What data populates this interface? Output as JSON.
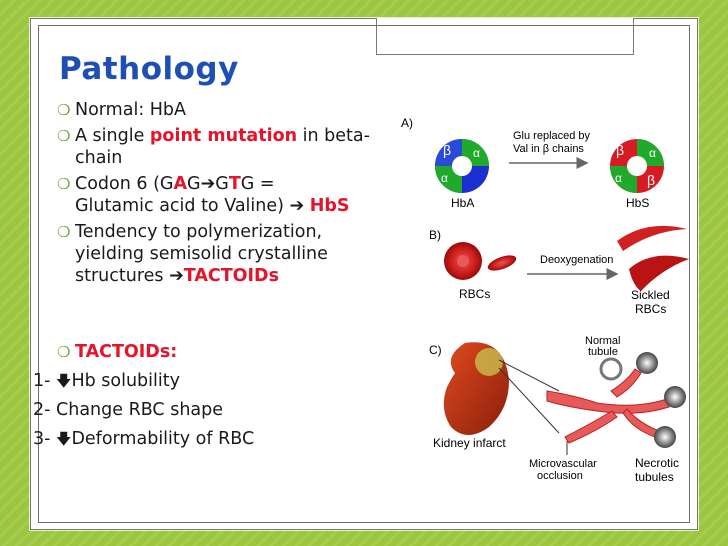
{
  "slide": {
    "title": "Pathology",
    "bullets": [
      {
        "parts": [
          {
            "t": "Normal: HbA"
          }
        ]
      },
      {
        "parts": [
          {
            "t": "A single "
          },
          {
            "t": "point mutation",
            "red": true
          },
          {
            "t": " in beta-"
          }
        ],
        "line2": "chain"
      },
      {
        "parts": [
          {
            "t": "Codon 6 (G"
          },
          {
            "t": "A",
            "red": true
          },
          {
            "t": "G"
          },
          {
            "t": "➔",
            "arrow": true
          },
          {
            "t": "G"
          },
          {
            "t": "T",
            "red": true
          },
          {
            "t": "G ="
          }
        ],
        "line2": "Glutamic acid to Valine) ➔ ",
        "line2_red": "HbS"
      },
      {
        "line1": "Tendency to polymerization,",
        "line2": "yielding semisolid crystalline",
        "line3": "structures ➔",
        "line3_red": "TACTOIDs"
      },
      {
        "line1_red": "TACTOIDs:"
      }
    ],
    "list": [
      "1- ",
      "Hb solubility",
      "2- Change RBC shape",
      "3- ",
      "Deformability of RBC"
    ],
    "down_arrow": "🡇"
  },
  "figure": {
    "A": {
      "label": "A)",
      "arrow_text_1": "Glu replaced by",
      "arrow_text_2": "Val in β chains",
      "left_caption": "HbA",
      "right_caption": "HbS",
      "beta": "β",
      "alpha": "α"
    },
    "B": {
      "label": "B)",
      "arrow_text": "Deoxygenation",
      "left_caption": "RBCs",
      "right_caption_1": "Sickled",
      "right_caption_2": "RBCs"
    },
    "C": {
      "label": "C)",
      "normal_1": "Normal",
      "normal_2": "tubule",
      "kidney": "Kidney infarct",
      "micro_1": "Microvascular",
      "micro_2": "occlusion",
      "necrotic_1": "Necrotic",
      "necrotic_2": "tubules"
    }
  },
  "colors": {
    "background": "#9cc63f",
    "title": "#1f4fb5",
    "accent_red": "#e6132a",
    "bullet": "#6a9a2c"
  }
}
